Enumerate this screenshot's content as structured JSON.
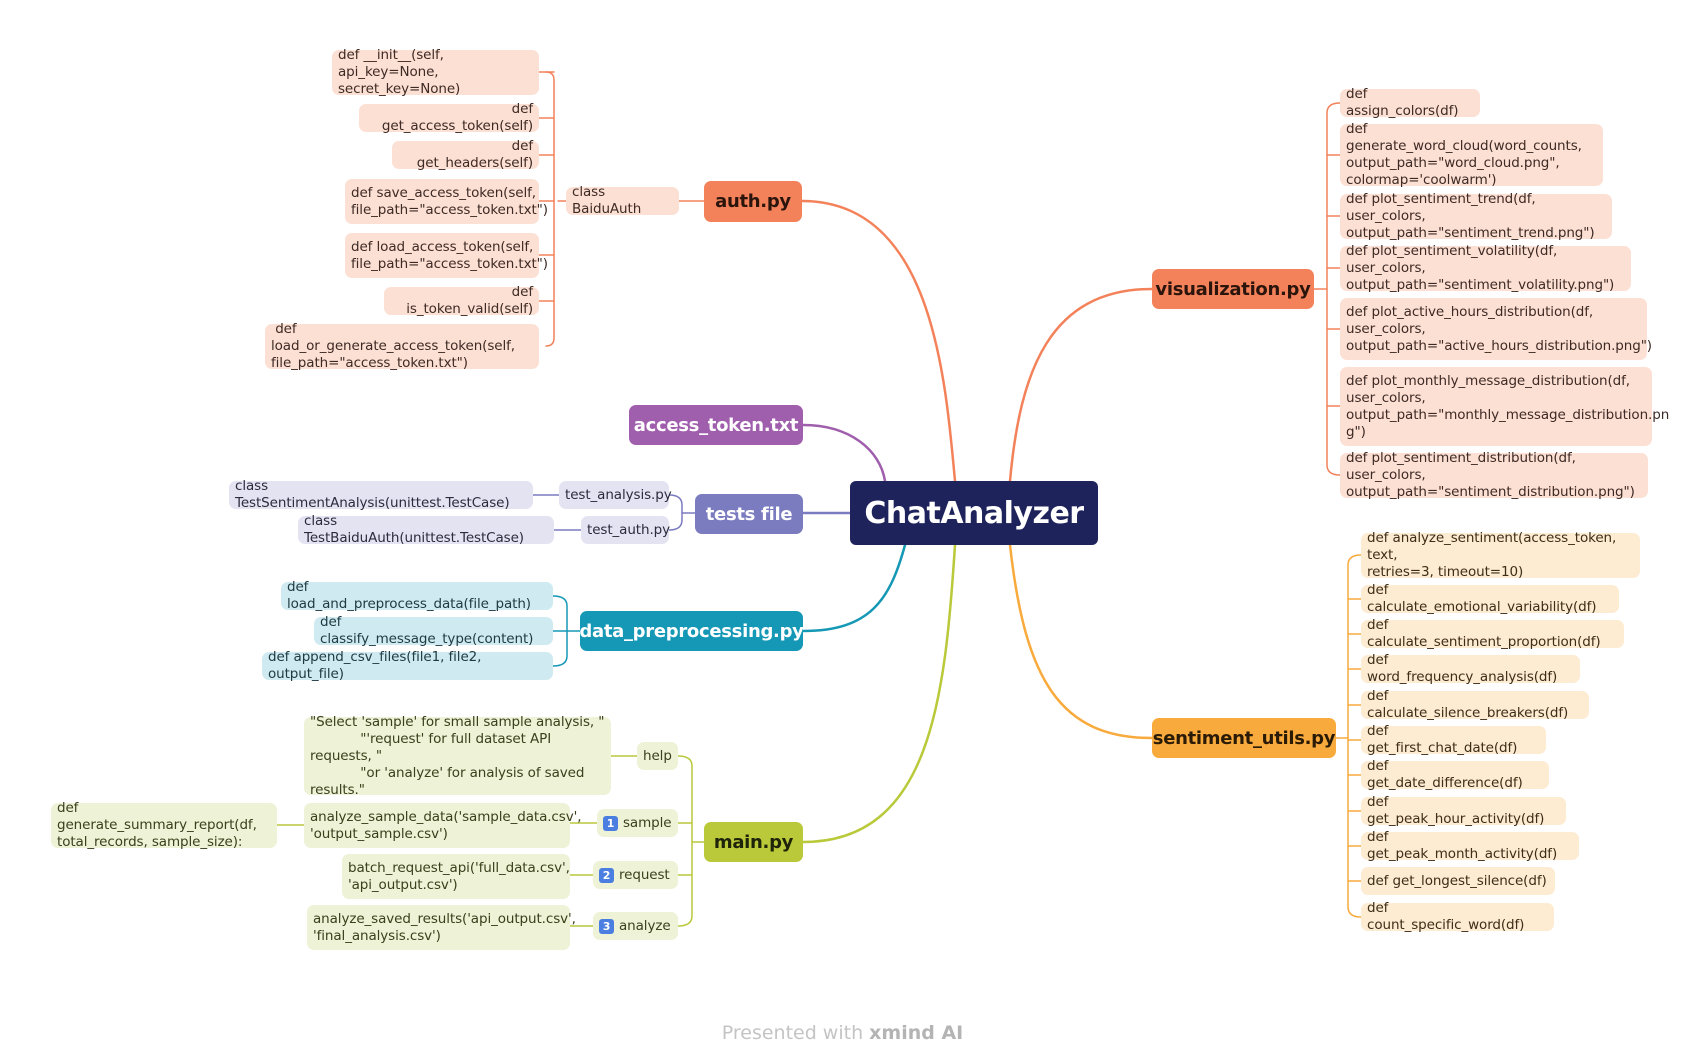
{
  "root": {
    "label": "ChatAnalyzer"
  },
  "colors": {
    "auth": "#f3825a",
    "visualization": "#f3825a",
    "sentiment": "#f9aa3c",
    "preprocessing": "#1598b5",
    "tests": "#7b7bc0",
    "token": "#a05fad",
    "main": "#b9c93a",
    "root": "#1f235c"
  },
  "auth": {
    "label": "auth.py",
    "class_label": "class BaiduAuth",
    "methods": [
      "def __init__(self, api_key=None,\nsecret_key=None)",
      "def get_access_token(self)",
      "def get_headers(self)",
      "def save_access_token(self,\nfile_path=\"access_token.txt\")",
      "def load_access_token(self,\nfile_path=\"access_token.txt\")",
      "def is_token_valid(self)",
      " def load_or_generate_access_token(self,\nfile_path=\"access_token.txt\")"
    ]
  },
  "token": {
    "label": "access_token.txt"
  },
  "tests": {
    "label": "tests file",
    "files": [
      {
        "name": "test_analysis.py",
        "cls": "class TestSentimentAnalysis(unittest.TestCase)"
      },
      {
        "name": "test_auth.py",
        "cls": "class TestBaiduAuth(unittest.TestCase)"
      }
    ]
  },
  "preprocessing": {
    "label": "data_preprocessing.py",
    "functions": [
      "def load_and_preprocess_data(file_path)",
      "def classify_message_type(content)",
      "def append_csv_files(file1, file2, output_file)"
    ]
  },
  "main": {
    "label": "main.py",
    "help": {
      "label": "help",
      "text": "\"Select 'sample' for small sample analysis, \"\n            \"'request' for full dataset API requests, \"\n            \"or 'analyze' for analysis of saved\nresults.\""
    },
    "sample": {
      "badge": "1",
      "label": "sample",
      "call": "analyze_sample_data('sample_data.csv',\n'output_sample.csv')",
      "sub": "def generate_summary_report(df,\ntotal_records, sample_size):"
    },
    "request": {
      "badge": "2",
      "label": "request",
      "call": "batch_request_api('full_data.csv',\n'api_output.csv')"
    },
    "analyze": {
      "badge": "3",
      "label": "analyze",
      "call": "analyze_saved_results('api_output.csv',\n'final_analysis.csv')"
    }
  },
  "visualization": {
    "label": "visualization.py",
    "functions": [
      "def assign_colors(df)",
      "def generate_word_cloud(word_counts,\noutput_path=\"word_cloud.png\",\ncolormap='coolwarm')",
      "def plot_sentiment_trend(df, user_colors,\noutput_path=\"sentiment_trend.png\")",
      "def plot_sentiment_volatility(df, user_colors,\noutput_path=\"sentiment_volatility.png\")",
      "def plot_active_hours_distribution(df,\nuser_colors,\noutput_path=\"active_hours_distribution.png\")",
      "def plot_monthly_message_distribution(df,\nuser_colors,\noutput_path=\"monthly_message_distribution.pn\ng\")",
      "def plot_sentiment_distribution(df, user_colors,\noutput_path=\"sentiment_distribution.png\")"
    ]
  },
  "sentiment": {
    "label": "sentiment_utils.py",
    "functions": [
      "def analyze_sentiment(access_token, text,\nretries=3, timeout=10)",
      "def calculate_emotional_variability(df)",
      "def calculate_sentiment_proportion(df)",
      "def word_frequency_analysis(df)",
      "def calculate_silence_breakers(df)",
      "def get_first_chat_date(df)",
      "def get_date_difference(df)",
      "def get_peak_hour_activity(df)",
      "def get_peak_month_activity(df)",
      "def get_longest_silence(df)",
      "def count_specific_word(df)"
    ]
  },
  "footer": {
    "prefix": "Presented with ",
    "brand": "xmind AI"
  }
}
